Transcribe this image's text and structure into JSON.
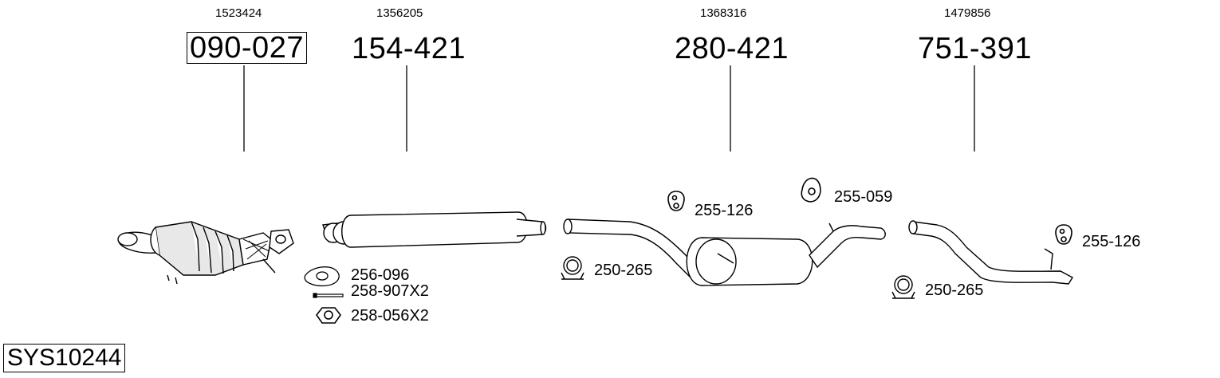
{
  "parts": [
    {
      "ref": "1523424",
      "number": "090-027",
      "boxed": true
    },
    {
      "ref": "1356205",
      "number": "154-421",
      "boxed": false
    },
    {
      "ref": "1368316",
      "number": "280-421",
      "boxed": false
    },
    {
      "ref": "1479856",
      "number": "751-391",
      "boxed": false
    }
  ],
  "accessories": {
    "gasket": "256-096",
    "bolt": "258-907X2",
    "nut": "258-056X2",
    "clamp_1": "250-265",
    "clamp_2": "250-265",
    "hanger_1": "255-126",
    "hanger_2": "255-059",
    "hanger_3": "255-126"
  },
  "system_code": "SYS10244"
}
